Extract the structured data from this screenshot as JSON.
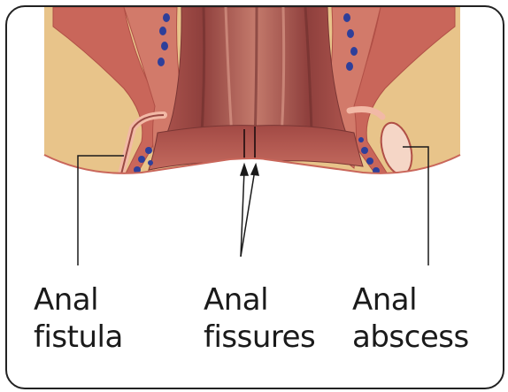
{
  "labels": {
    "fistula": {
      "line1": "Anal",
      "line2": "fistula"
    },
    "fissures": {
      "line1": "Anal",
      "line2": "fissures"
    },
    "abscess": {
      "line1": "Anal",
      "line2": "abscess"
    }
  },
  "colors": {
    "fat": "#e8c48a",
    "muscle": "#c9665a",
    "canal_dark": "#8a3f3c",
    "canal_light": "#d99a8c",
    "vessel": "#2e3f9a",
    "skin": "#f2b9a6",
    "abscess_fill": "#f5d6c6"
  }
}
